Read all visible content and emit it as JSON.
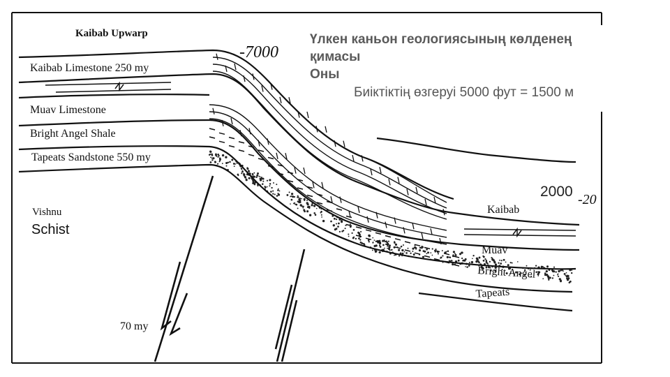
{
  "diagram": {
    "title": "Kaibab Upwarp",
    "left_labels": {
      "kaibab_limestone": "Kaibab Limestone 250 my",
      "muav_limestone": "Muav Limestone",
      "bright_angel_shale": "Bright Angel Shale",
      "tapeats_sandstone": "Tapeats Sandstone 550 my",
      "vishnu": "Vishnu",
      "schist": "Schist"
    },
    "right_labels": {
      "kaibab": "Kaibab",
      "muav": "Muav",
      "bright_angel": "Bright Angel",
      "tapeats": "Tapeats"
    },
    "elevations": {
      "high": "-7000",
      "low": "2000",
      "low_suffix": "-20"
    },
    "fault_age": "70 my"
  },
  "overlay": {
    "heading_line1": "Үлкен каньон геологиясының көлденең",
    "heading_line2": "қимасы",
    "heading_partial": "Оны",
    "elevation_change": "Биіктіктің өзгеруі 5000 фут = 1500 м"
  }
}
